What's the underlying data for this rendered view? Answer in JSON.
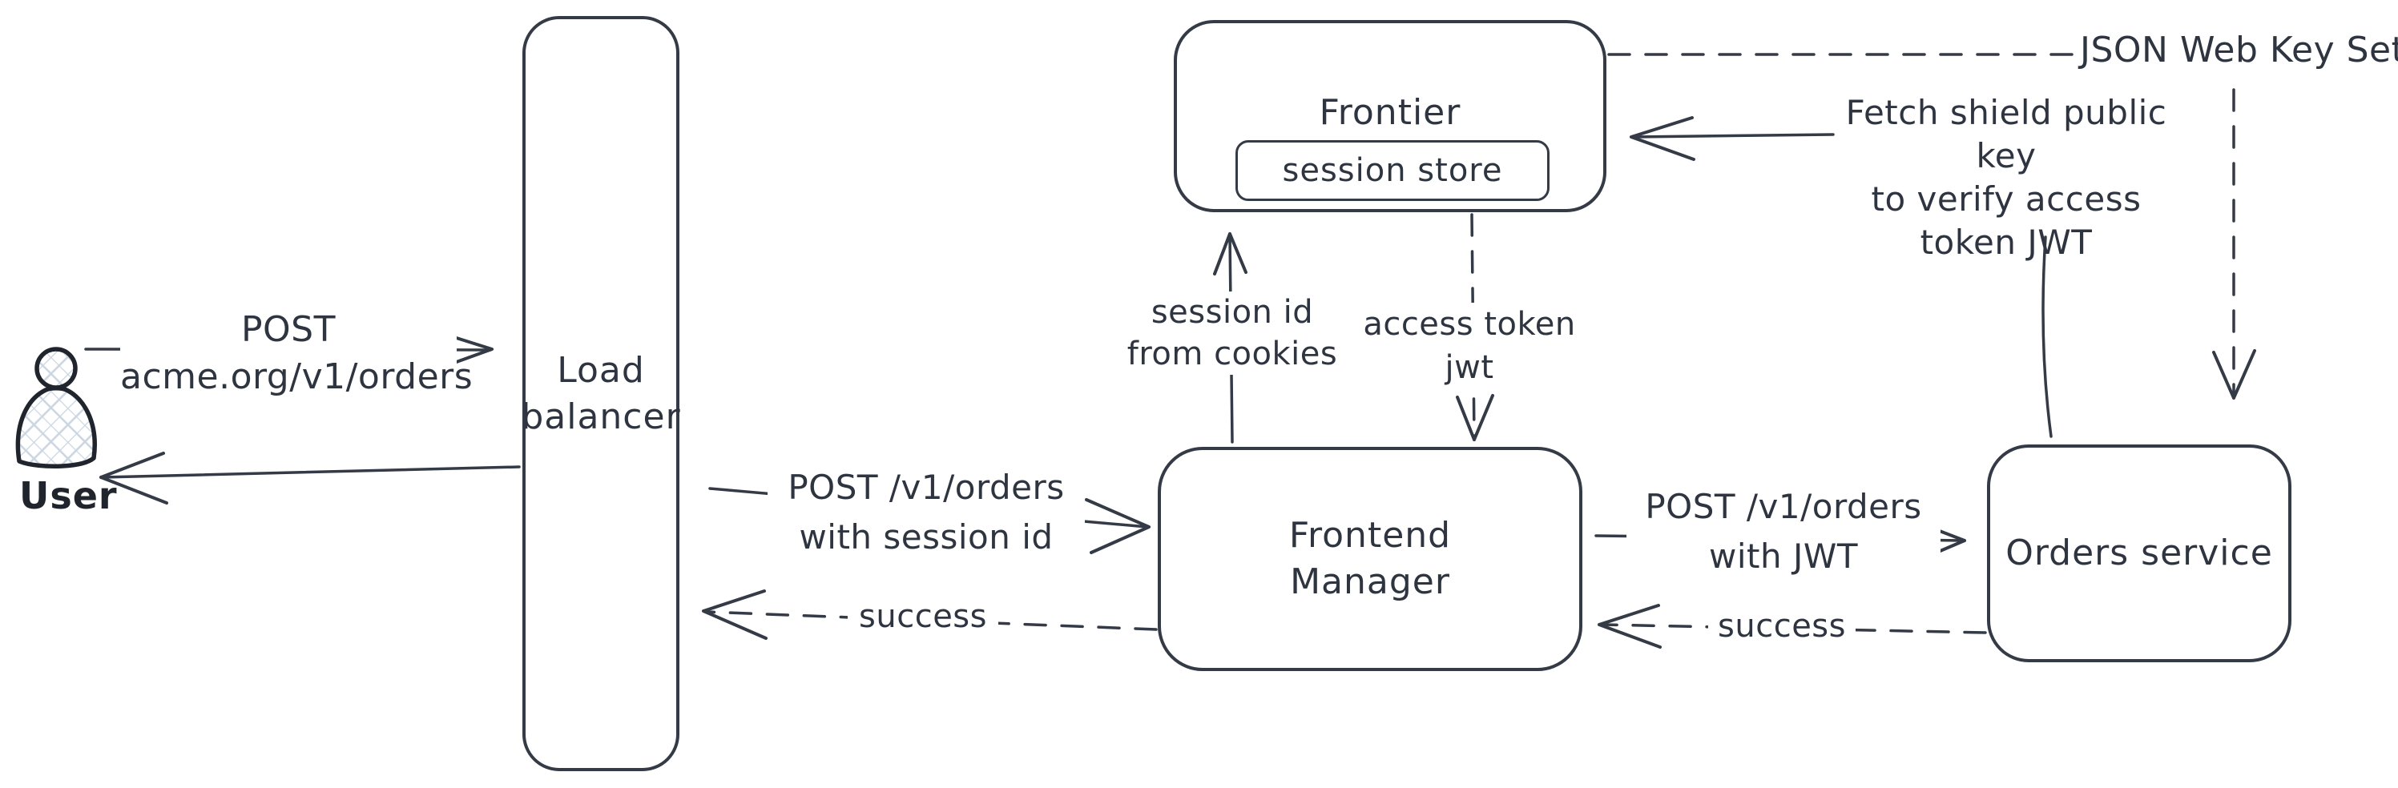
{
  "diagram": {
    "type": "hand-drawn-architecture-diagram",
    "colors": {
      "background": "#ffffff",
      "stroke": "#343a46",
      "text": "#2f3540",
      "user_figure": "#20242c",
      "hatch_fill": "#ccd6e2"
    },
    "nodes": {
      "user": {
        "label": "User"
      },
      "load_balancer": {
        "line1": "Load",
        "line2": "balancer"
      },
      "frontier": {
        "label": "Frontier",
        "session_store_label": "session store"
      },
      "frontend_manager": {
        "line1": "Frontend",
        "line2": "Manager"
      },
      "orders_service": {
        "label": "Orders service"
      }
    },
    "edges": {
      "user_to_lb": {
        "style": "solid",
        "direction": "right",
        "line1": "POST",
        "line2": "acme.org/v1/orders"
      },
      "lb_to_user": {
        "style": "solid",
        "direction": "left"
      },
      "lb_to_fm": {
        "style": "solid",
        "direction": "right",
        "line1": "POST /v1/orders",
        "line2": "with session id"
      },
      "fm_to_lb": {
        "style": "dashed",
        "direction": "left",
        "label": "success"
      },
      "fm_to_frontier": {
        "style": "solid",
        "direction": "up",
        "line1": "session id",
        "line2": "from cookies"
      },
      "frontier_to_fm": {
        "style": "dashed",
        "direction": "down",
        "line1": "access token",
        "line2": "jwt"
      },
      "fm_to_orders": {
        "style": "solid",
        "direction": "right",
        "line1": "POST /v1/orders",
        "line2": "with JWT"
      },
      "orders_to_fm": {
        "style": "dashed",
        "direction": "left",
        "label": "success"
      },
      "orders_to_frontier": {
        "style": "solid",
        "direction": "left",
        "line1": "Fetch shield public key",
        "line2": "to verify access",
        "line3": "token JWT"
      },
      "frontier_to_jwks": {
        "style": "dashed",
        "label": "JSON Web Key Set"
      },
      "jwks_to_orders": {
        "style": "dashed",
        "direction": "down"
      }
    }
  }
}
